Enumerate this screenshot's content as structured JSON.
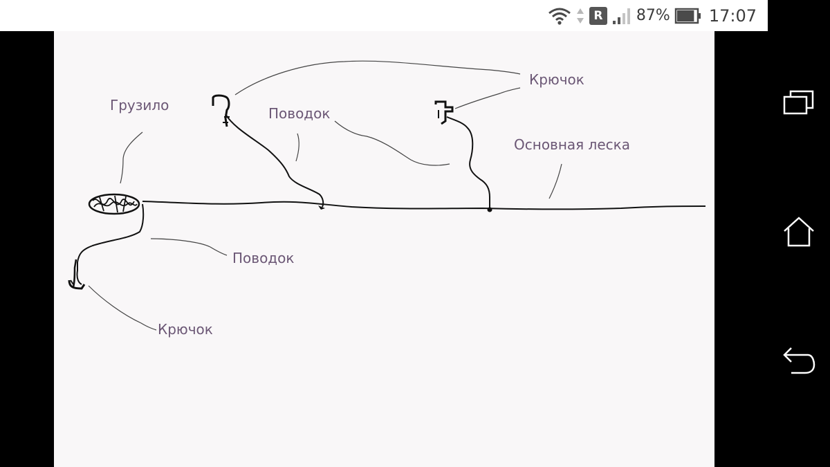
{
  "status_bar": {
    "wifi_icon": "wifi-icon",
    "data_arrows_icon": "data-activity-icon",
    "roaming_badge": "R",
    "signal_icon": "cell-signal-icon",
    "battery_percent": "87%",
    "battery_level": 0.87,
    "battery_icon": "battery-icon",
    "time": "17:07"
  },
  "nav_bar": {
    "recents_icon": "recent-apps-icon",
    "home_icon": "home-icon",
    "back_icon": "back-icon"
  },
  "diagram": {
    "labels": {
      "sinker": "Грузило",
      "leader_top": "Поводок",
      "hook_top": "Крючок",
      "main_line": "Основная леска",
      "leader_bottom": "Поводок",
      "hook_bottom": "Крючок"
    }
  },
  "colors": {
    "label_text": "#6b5775",
    "ink": "#111111",
    "pointer": "#444444",
    "canvas": "#f9f7f8"
  }
}
